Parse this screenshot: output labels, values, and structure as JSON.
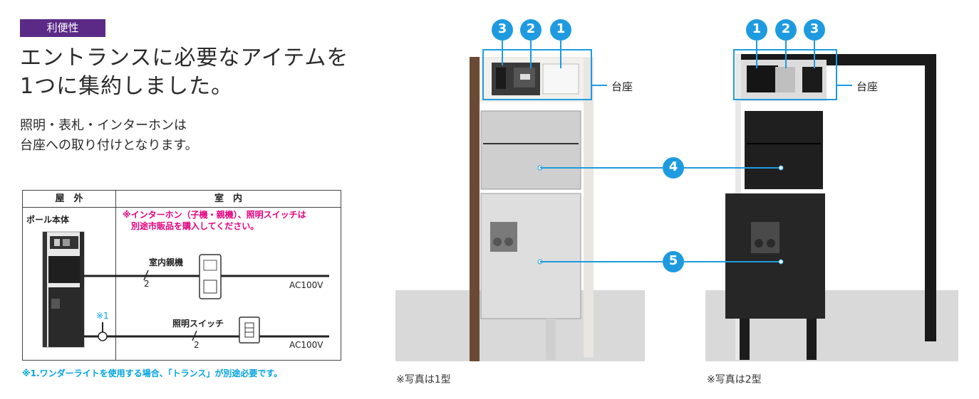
{
  "tag": "利便性",
  "headline": [
    "エントランスに必要なアイテムを",
    "1つに集約しました。"
  ],
  "subtext": [
    "照明・表札・インターホンは",
    "台座への取り付けとなります。"
  ],
  "wiring": {
    "col_outdoor": "屋　外",
    "col_indoor": "室　内",
    "pole_label": "ポール本体",
    "note_line1": "※インターホン（子機・親機）、照明スイッチは",
    "note_line2": "別途市販品を購入してください。",
    "indoor_unit": "室内親機",
    "light_switch": "照明スイッチ",
    "ac1": "AC100V",
    "ac2": "AC100V",
    "wire1": "2",
    "wire2": "2",
    "marker": "※1"
  },
  "footnote": "※1.ワンダーライトを使用する場合、「トランス」が別途必要です。",
  "photo1": {
    "caption": "※写真は1型",
    "base_label": "台座",
    "badges": [
      "3",
      "2",
      "1"
    ]
  },
  "photo2": {
    "caption": "※写真は2型",
    "base_label": "台座",
    "badges": [
      "1",
      "2",
      "3"
    ]
  },
  "callouts": [
    "4",
    "5"
  ],
  "colors": {
    "accent_purple": "#5b2a86",
    "callout_blue": "#1e9be0",
    "note_pink": "#e5007f",
    "footnote_blue": "#00a3e0"
  }
}
